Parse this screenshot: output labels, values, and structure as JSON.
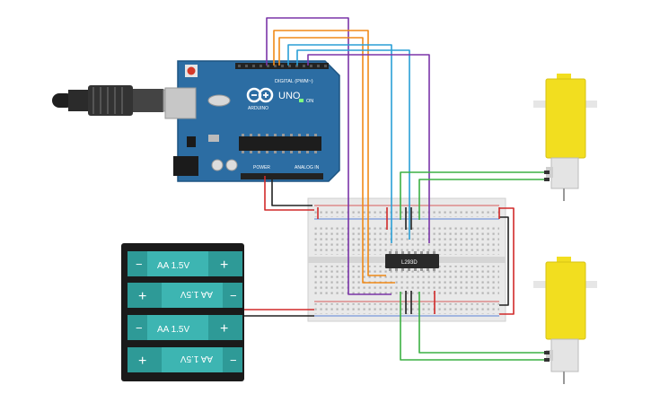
{
  "arduino": {
    "brand": "ARDUINO",
    "model": "UNO",
    "digital_label": "DIGITAL (PWM~)",
    "power_label": "POWER",
    "analog_label": "ANALOG IN",
    "on_label": "ON"
  },
  "driver_chip": {
    "label": "L293D"
  },
  "battery_pack": {
    "cells": [
      {
        "label": "AA 1.5V",
        "flipped": false
      },
      {
        "label": "AA 1.5V",
        "flipped": true
      },
      {
        "label": "AA 1.5V",
        "flipped": false
      },
      {
        "label": "AA 1.5V",
        "flipped": true
      }
    ],
    "minus": "−",
    "plus": "+"
  },
  "colors": {
    "board": "#2c6da3",
    "breadboard": "#e9e9e9",
    "motor": "#f2de1f",
    "battery_cell": "#3db5b2",
    "wire_purple": "#7b35a8",
    "wire_orange": "#f08a18",
    "wire_blue": "#2a9fd6",
    "wire_green": "#3cb043",
    "wire_red": "#d12a2a",
    "wire_black": "#222222"
  },
  "icons": [
    "usb-cable-icon",
    "dc-motor-icon",
    "battery-icon"
  ]
}
